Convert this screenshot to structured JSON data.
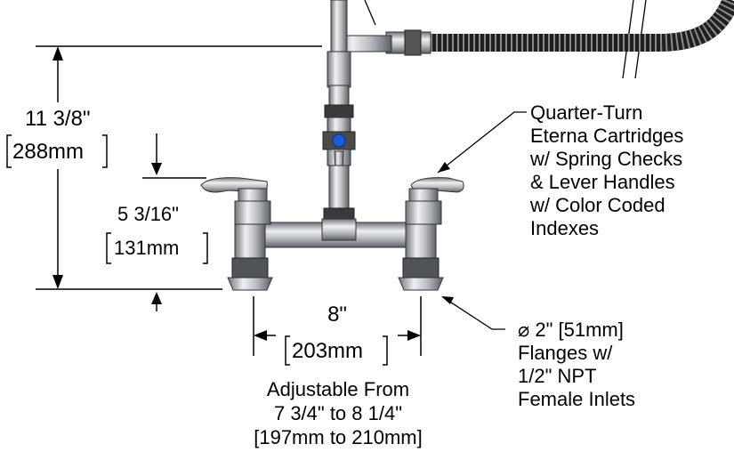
{
  "dimensions": {
    "height_total": {
      "imperial": "11 3/8\"",
      "metric": "288mm"
    },
    "height_handle": {
      "imperial": "5 3/16\"",
      "metric": "131mm"
    },
    "width_center": {
      "imperial": "8\"",
      "metric": "203mm"
    },
    "adjustable": [
      "Adjustable From",
      "7 3/4\" to 8 1/4\"",
      "[197mm to 210mm]"
    ]
  },
  "callouts": {
    "cartridges": [
      "Quarter-Turn",
      "Eterna Cartridges",
      "w/ Spring Checks",
      "& Lever Handles",
      "w/ Color Coded",
      "Indexes"
    ],
    "flanges": [
      "⌀ 2\" [51mm]",
      "Flanges w/",
      "1/2\" NPT",
      "Female Inlets"
    ]
  },
  "colors": {
    "line": "#000000",
    "chrome": "#b8bcc2",
    "hose": "#2a2a2a",
    "index_blue": "#1e5bd8"
  }
}
